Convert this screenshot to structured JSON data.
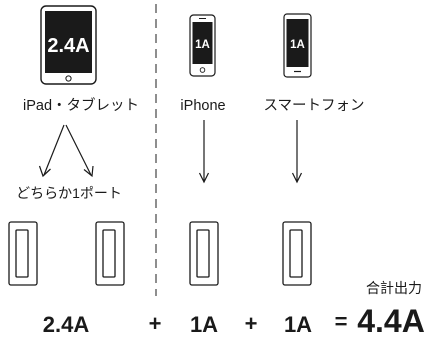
{
  "devices": {
    "ipad": {
      "label": "iPad・タブレット",
      "screen_text": "2.4A",
      "icon": "tablet-icon"
    },
    "iphone": {
      "label": "iPhone",
      "screen_text": "1A",
      "icon": "iphone-icon"
    },
    "smartphone": {
      "label": "スマートフォン",
      "screen_text": "1A",
      "icon": "smartphone-icon"
    }
  },
  "either_port_label": "どちらか1ポート",
  "total_label": "合計出力",
  "equation": {
    "port1": "2.4A",
    "plus1": "+",
    "port2": "1A",
    "plus2": "+",
    "port3": "1A",
    "equals": "=",
    "total": "4.4A"
  },
  "colors": {
    "ink": "#1a1a1a",
    "screen": "#1a1a1a",
    "screen_text": "#ffffff",
    "divider": "#444444"
  }
}
